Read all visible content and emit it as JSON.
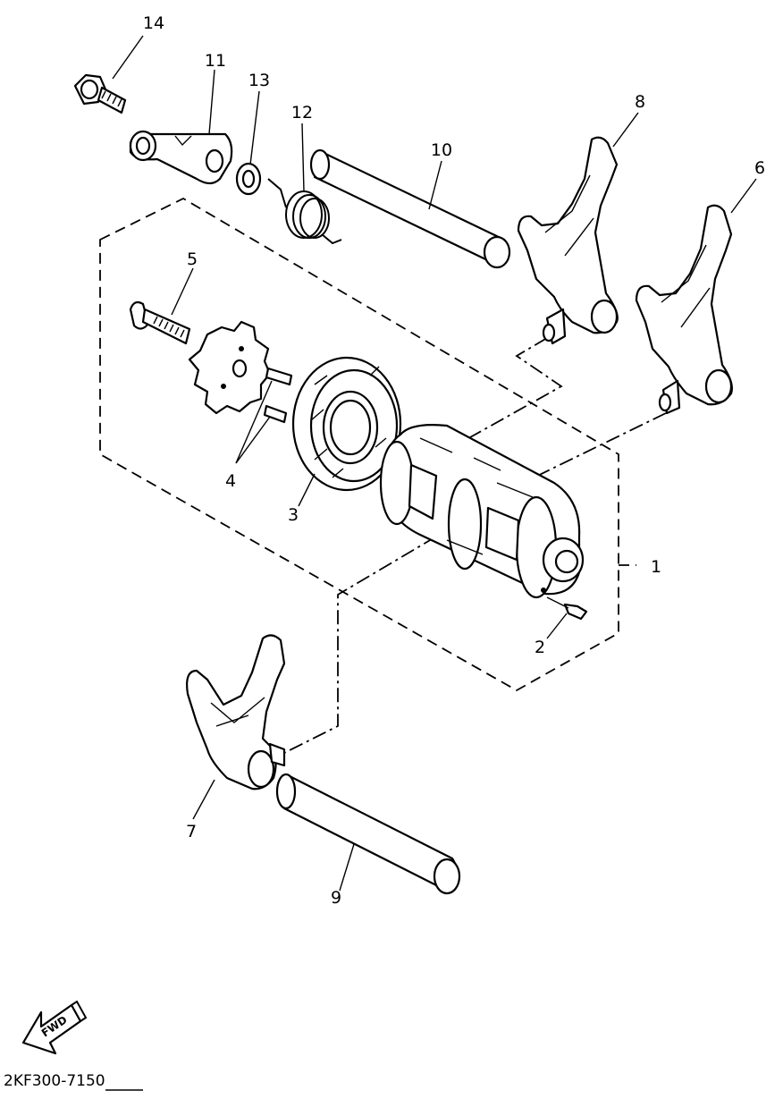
{
  "diagram": {
    "callouts": [
      {
        "id": "c1",
        "text": "1"
      },
      {
        "id": "c2",
        "text": "2"
      },
      {
        "id": "c3",
        "text": "3"
      },
      {
        "id": "c4",
        "text": "4"
      },
      {
        "id": "c5",
        "text": "5"
      },
      {
        "id": "c6",
        "text": "6"
      },
      {
        "id": "c7",
        "text": "7"
      },
      {
        "id": "c8",
        "text": "8"
      },
      {
        "id": "c9",
        "text": "9"
      },
      {
        "id": "c10",
        "text": "10"
      },
      {
        "id": "c11",
        "text": "11"
      },
      {
        "id": "c12",
        "text": "12"
      },
      {
        "id": "c13",
        "text": "13"
      },
      {
        "id": "c14",
        "text": "14"
      }
    ],
    "fwd_label": "FWD",
    "diagram_code": "2KF300-7150"
  }
}
